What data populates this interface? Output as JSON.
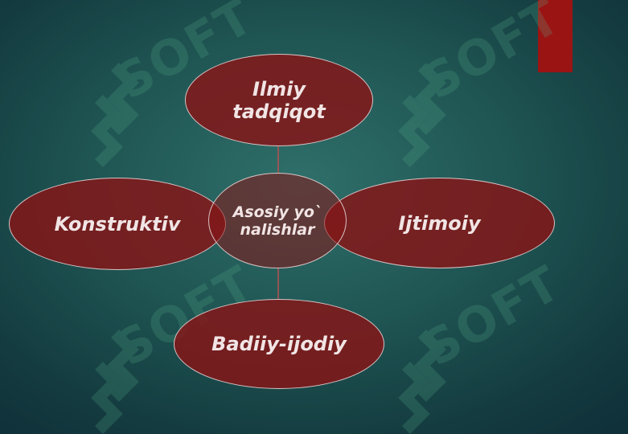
{
  "diagram": {
    "center": "Asosiy yo`nalishlar",
    "top": "Ilmiy tadqiqot",
    "left": "Konstruktiv",
    "right": "Ijtimoiy",
    "bottom": "Badiiy-ijodiy"
  },
  "watermark": {
    "text": "SOFT"
  },
  "colors": {
    "background": "#1f5553",
    "node_fill": "#871416",
    "accent_bar": "#9b1414"
  }
}
